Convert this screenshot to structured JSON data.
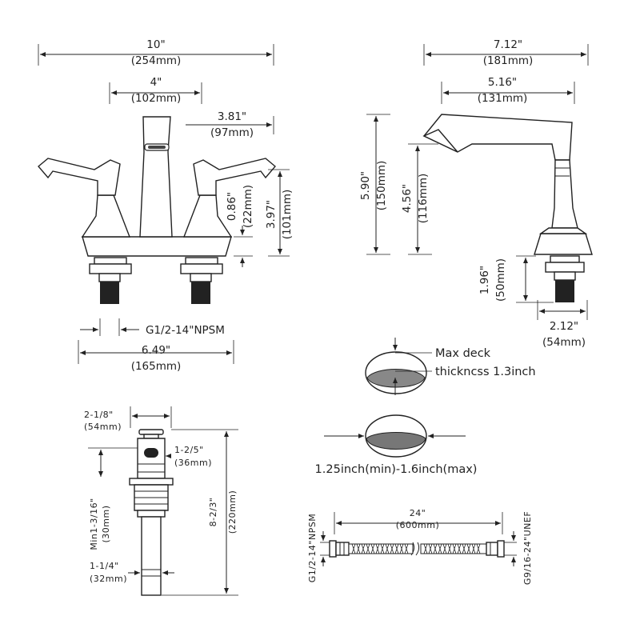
{
  "faucet_front": {
    "overall_width": "10\"",
    "overall_width_mm": "(254mm)",
    "center_spread": "4\"",
    "center_spread_mm": "(102mm)",
    "spout_reach": "3.81\"",
    "spout_reach_mm": "(97mm)",
    "base_height": "0.86\"",
    "base_height_mm": "(22mm)",
    "handle_height": "3.97\"",
    "handle_height_mm": "(101mm)",
    "thread": "G1/2-14\"NPSM",
    "base_width": "6.49\"",
    "base_width_mm": "(165mm)"
  },
  "faucet_side": {
    "overall_depth": "7.12\"",
    "overall_depth_mm": "(181mm)",
    "spout_reach": "5.16\"",
    "spout_reach_mm": "(131mm)",
    "total_height": "5.90\"",
    "total_height_mm": "(150mm)",
    "spout_height": "4.56\"",
    "spout_height_mm": "(116mm)",
    "shank_length": "1.96\"",
    "shank_length_mm": "(50mm)",
    "base_depth": "2.12\"",
    "base_depth_mm": "(54mm)"
  },
  "deck_notes": {
    "line1": "Max deck",
    "line2": "thickncss 1.3inch",
    "hole_range": "1.25inch(min)-1.6inch(max)"
  },
  "drain": {
    "cap_diameter": "2-1/8\"",
    "cap_diameter_mm": "(54mm)",
    "body_diameter": "1-2/5\"",
    "body_diameter_mm": "(36mm)",
    "min_length": "Min1-3/16\"",
    "min_length_mm": "(30mm)",
    "total_length": "8-2/3\"",
    "total_length_mm": "(220mm)",
    "tail_diameter": "1-1/4\"",
    "tail_diameter_mm": "(32mm)"
  },
  "hose": {
    "length": "24\"",
    "length_mm": "(600mm)",
    "left_thread": "G1/2-14\"NPSM",
    "right_thread": "G9/16-24\"UNEF"
  }
}
